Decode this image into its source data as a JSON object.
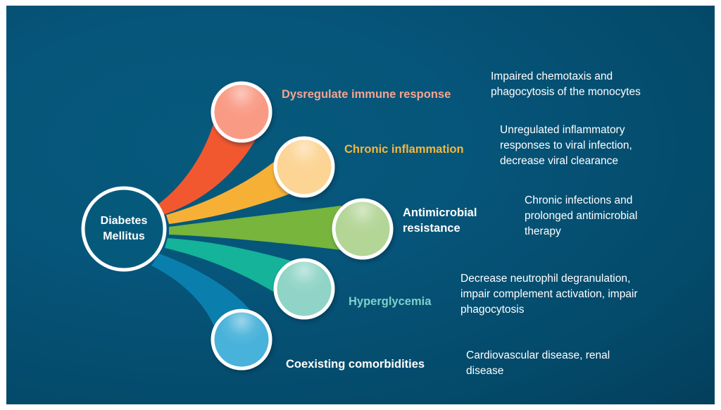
{
  "center": {
    "line1": "Diabetes",
    "line2": "Mellitus",
    "fill_color": "#055a7c"
  },
  "branches": [
    {
      "label_lines": [
        "Dysregulate immune response"
      ],
      "description_lines": [
        "Impaired chemotaxis and",
        "phagocytosis of the monocytes"
      ],
      "band_color": "#f2582f",
      "node_color": "#f99a84",
      "label_color": "#f5a48f"
    },
    {
      "label_lines": [
        "Chronic inflammation"
      ],
      "description_lines": [
        "Unregulated inflammatory",
        "responses to viral infection,",
        "decrease viral clearance"
      ],
      "band_color": "#f7b036",
      "node_color": "#fcd494",
      "label_color": "#f3b63e"
    },
    {
      "label_lines": [
        "Antimicrobial",
        "resistance"
      ],
      "description_lines": [
        "Chronic infections and",
        "prolonged antimicrobial",
        "therapy"
      ],
      "band_color": "#77b53c",
      "node_color": "#b3d596",
      "label_color": "#ffffff"
    },
    {
      "label_lines": [
        "Hyperglycemia"
      ],
      "description_lines": [
        "Decrease neutrophil degranulation,",
        "impair complement activation, impair",
        "phagocytosis"
      ],
      "band_color": "#14b39a",
      "node_color": "#8fd4c6",
      "label_color": "#7fd0c8"
    },
    {
      "label_lines": [
        "Coexisting comorbidities"
      ],
      "description_lines": [
        "Cardiovascular disease, renal",
        "disease"
      ],
      "band_color": "#0a7fae",
      "node_color": "#48b2da",
      "label_color": "#ffffff"
    }
  ]
}
